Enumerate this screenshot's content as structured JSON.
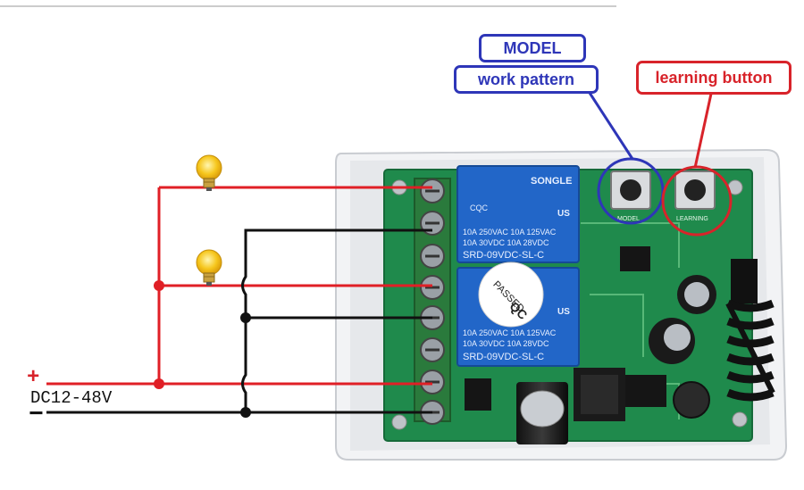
{
  "labels": {
    "model": "MODEL",
    "work_pattern": "work pattern",
    "learning_button": "learning  button"
  },
  "power": {
    "plus": "+",
    "minus": "−",
    "voltage": "DC12-48V"
  },
  "relay": {
    "brand": "SONGLE",
    "rating_line1": "10A 250VAC  10A 125VAC",
    "rating_line2": "10A 30VDC  10A 28VDC",
    "model": "SRD-09VDC-SL-C",
    "cert_us": "US",
    "cert_cqc": "CQC"
  },
  "qc_sticker": {
    "passed": "PASSED",
    "qc": "QC"
  },
  "board": {
    "model_silk": "MODEL",
    "learning_silk": "LEARNING"
  },
  "colors": {
    "positive_wire": "#e01f26",
    "negative_wire": "#111111",
    "blue_annotation": "#2e36b8",
    "red_annotation": "#d8232a",
    "pcb": "#1f8a4c",
    "relay": "#2266c8",
    "bulb": "#f6c61c"
  }
}
